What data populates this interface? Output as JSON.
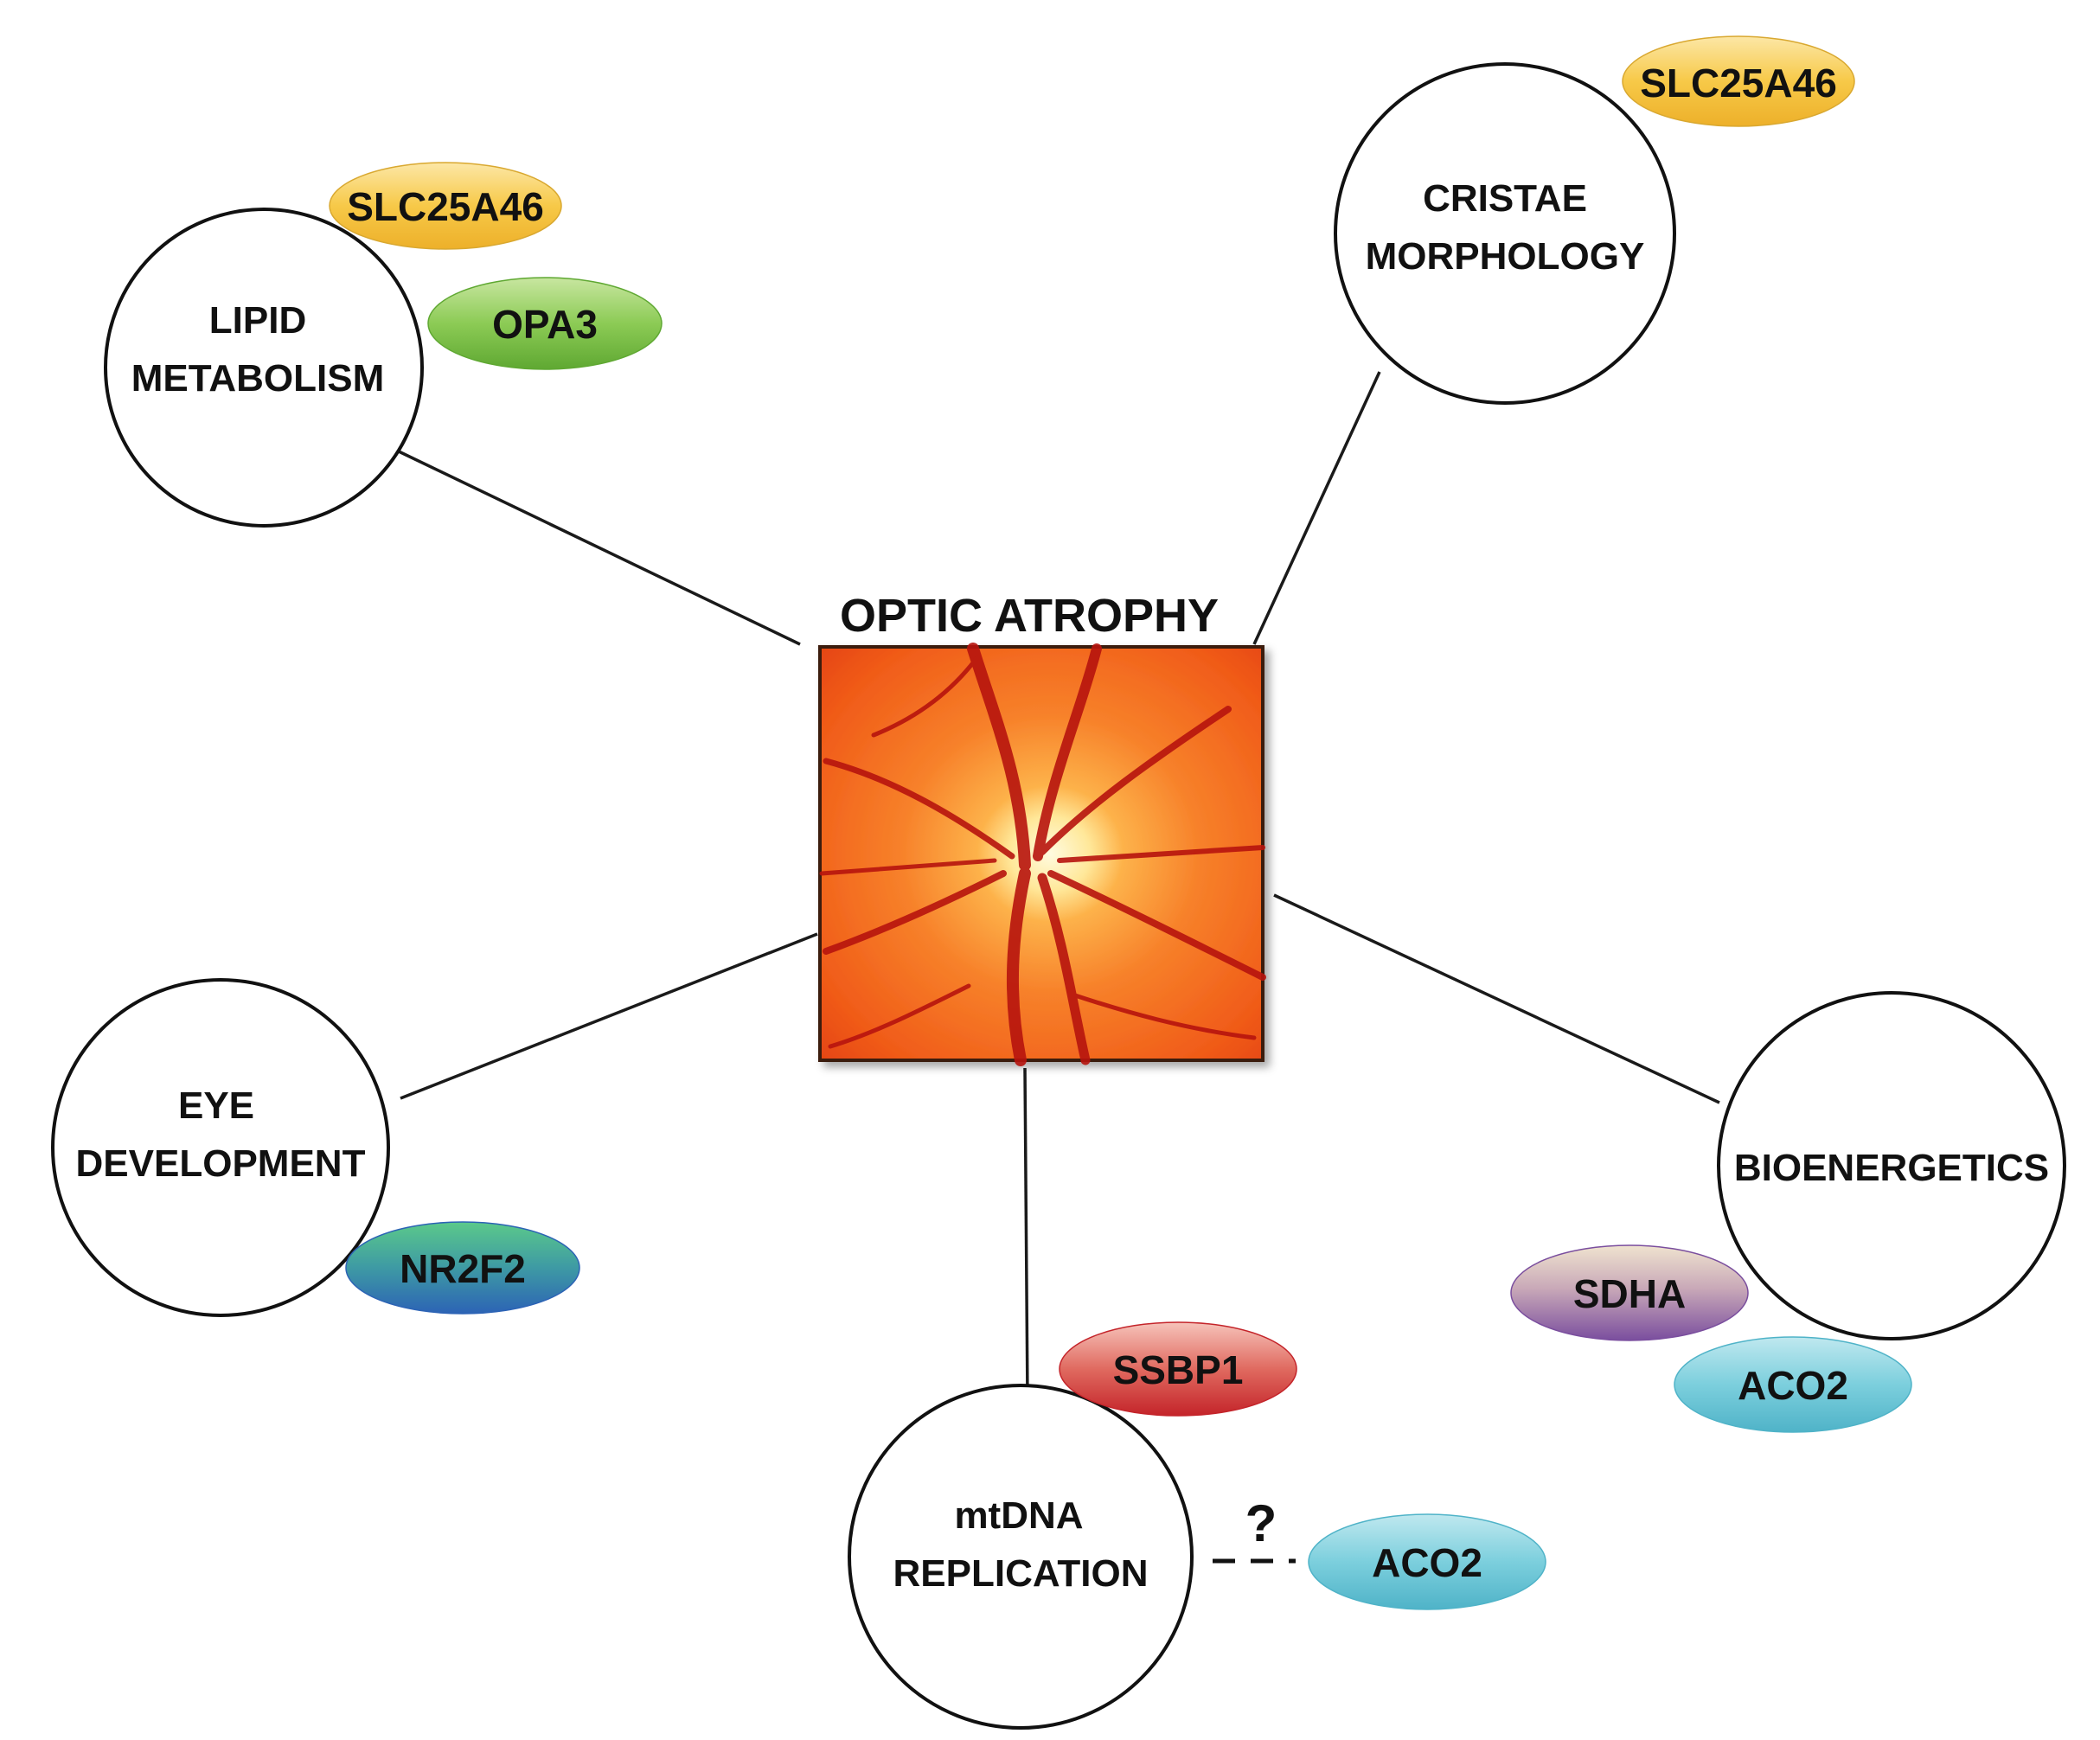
{
  "title": "OPTIC ATROPHY",
  "center_image": {
    "description_name": "optic-disc-fundus-image"
  },
  "categories": {
    "lipid_metabolism": {
      "line1": "LIPID",
      "line2": "METABOLISM"
    },
    "cristae_morphology": {
      "line1": "CRISTAE",
      "line2": "MORPHOLOGY"
    },
    "eye_development": {
      "line1": "EYE",
      "line2": "DEVELOPMENT"
    },
    "bioenergetics": {
      "line1": "BIOENERGETICS"
    },
    "mtdna_replication": {
      "line1": "mtDNA",
      "line2": "REPLICATION"
    }
  },
  "genes": {
    "slc25a46_lipid": "SLC25A46",
    "opa3": "OPA3",
    "slc25a46_cristae": "SLC25A46",
    "nr2f2": "NR2F2",
    "sdha": "SDHA",
    "aco2_bioenergetics": "ACO2",
    "ssbp1": "SSBP1",
    "aco2_mtdna": "ACO2"
  },
  "uncertain_link_mark": "?",
  "colors": {
    "slc25a46": "#F7C948",
    "opa3": "#7CC242",
    "nr2f2_top": "#3FB57A",
    "nr2f2_bottom": "#2E6FB8",
    "sdha_top": "#E8D7C0",
    "sdha_bottom": "#7A4E9E",
    "aco2": "#6FC8D8",
    "ssbp1_top": "#F2A8A0",
    "ssbp1_bottom": "#C8262B",
    "fundus_base": "#F26A1B"
  }
}
